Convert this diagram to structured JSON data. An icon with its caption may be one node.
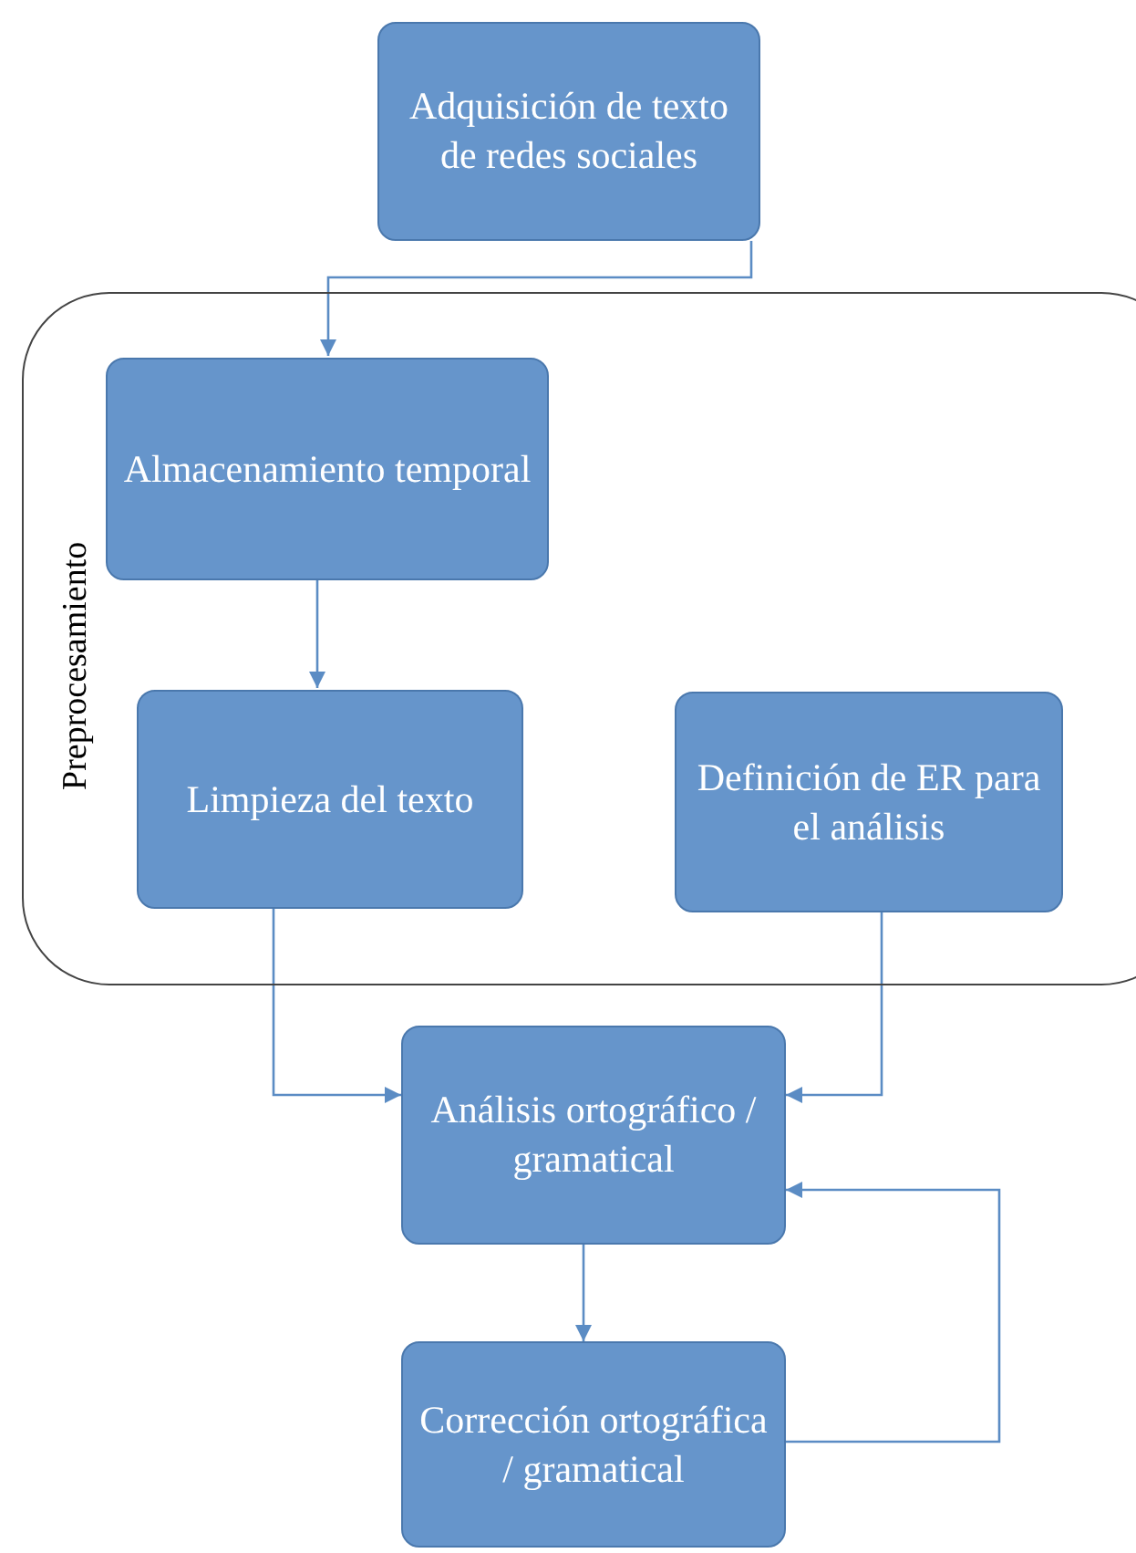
{
  "diagram": {
    "nodes": [
      {
        "text": [
          "Adquisición de texto de redes sociales"
        ]
      },
      {
        "text": [
          "Preprocesamiento"
        ]
      },
      {
        "text": [
          "Almacenamiento temporal"
        ],
        "in": 1
      },
      {
        "text": [
          "Limpieza del texto"
        ],
        "in": 1
      },
      {
        "text": [
          "Definición de ER para el análisis"
        ],
        "in": 1
      },
      {
        "text": [
          "Análisis ortográfico / gramatical"
        ]
      },
      {
        "text": [
          "Corrección ortográfica / gramatical"
        ]
      }
    ],
    "edges": [
      {
        "from": 0,
        "to": 2,
        "arrow": "to"
      },
      {
        "from": 2,
        "to": 3,
        "arrow": "to"
      },
      {
        "from": 3,
        "to": 5,
        "arrow": "to"
      },
      {
        "from": 4,
        "to": 5,
        "arrow": "to"
      },
      {
        "from": 5,
        "to": 6,
        "arrow": "to"
      },
      {
        "from": 6,
        "to": 5,
        "arrow": "to"
      }
    ]
  }
}
